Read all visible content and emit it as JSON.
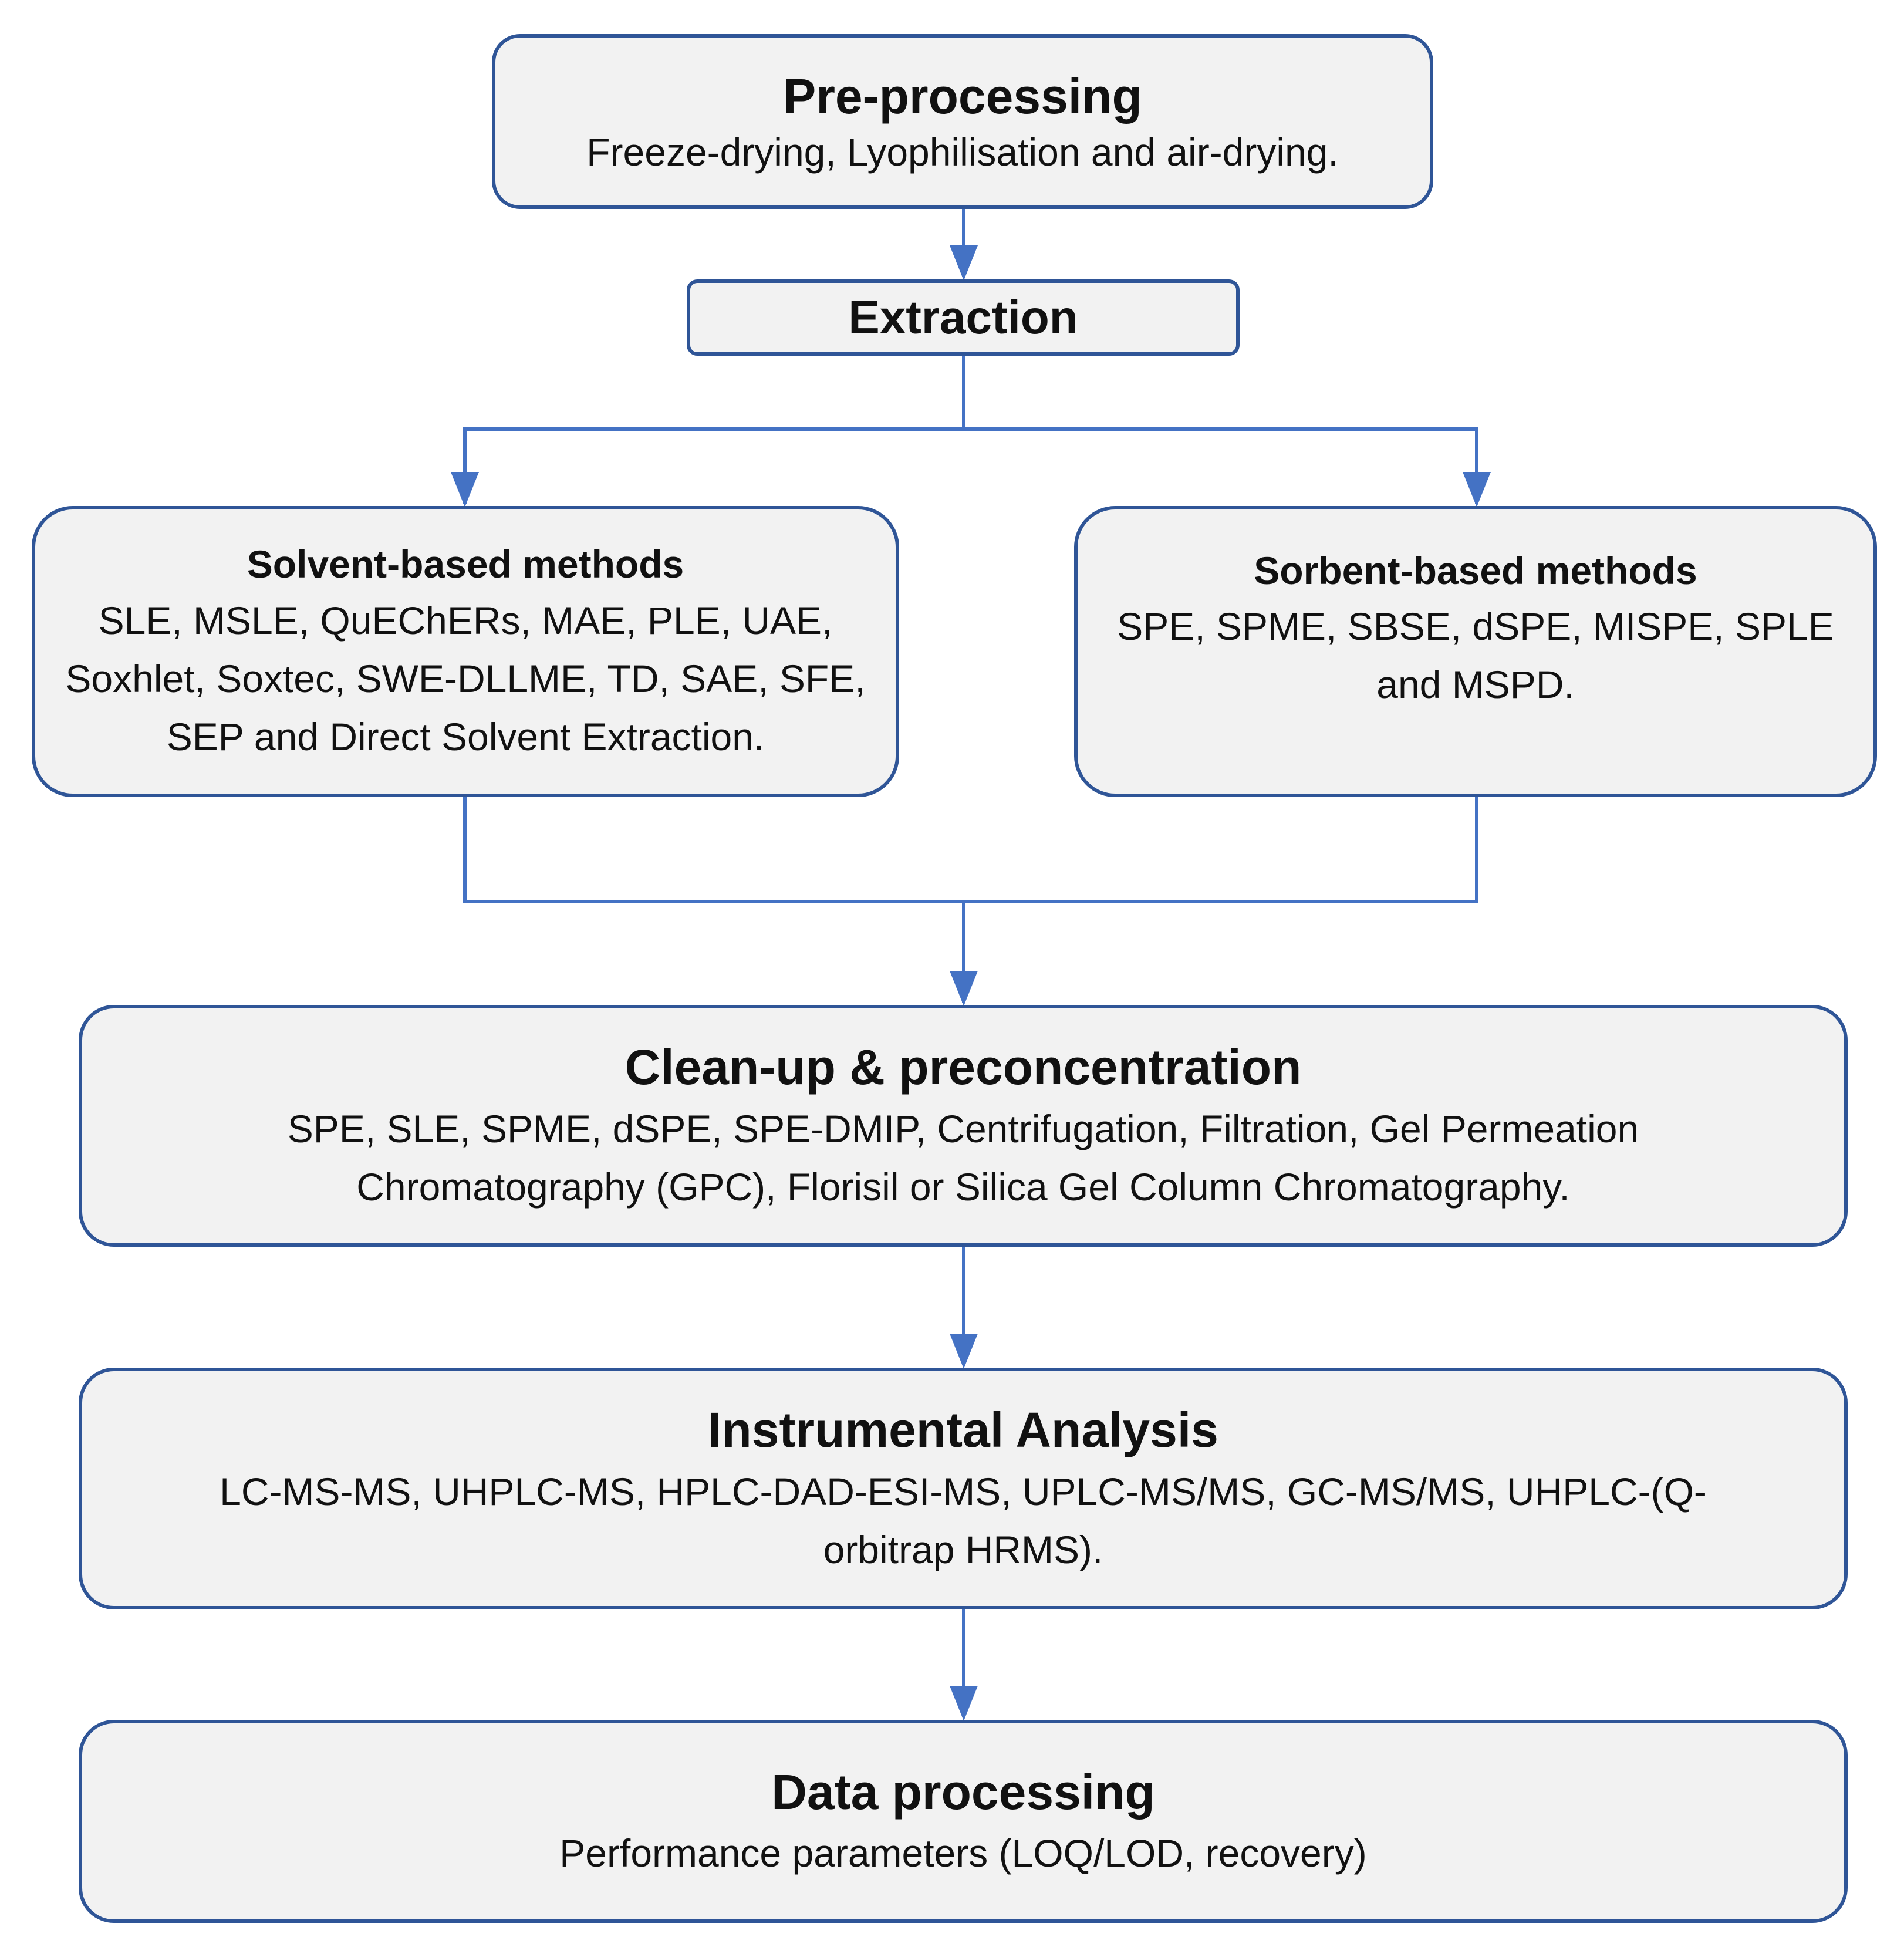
{
  "colors": {
    "border": "#2f5597",
    "connector": "#4472c4",
    "box_fill": "#f2f2f2",
    "text": "#111111"
  },
  "pre_processing": {
    "title": "Pre-processing",
    "body": "Freeze-drying, Lyophilisation and air-drying."
  },
  "extraction": {
    "title": "Extraction"
  },
  "solvent_based": {
    "title": "Solvent-based methods",
    "body": "SLE, MSLE, QuEChERs, MAE, PLE, UAE, Soxhlet, Soxtec, SWE-DLLME, TD, SAE, SFE, SEP and Direct Solvent Extraction."
  },
  "sorbent_based": {
    "title": "Sorbent-based methods",
    "body": "SPE, SPME, SBSE, dSPE, MISPE, SPLE and MSPD."
  },
  "cleanup": {
    "title": "Clean-up & preconcentration",
    "body": "SPE, SLE, SPME, dSPE, SPE-DMIP, Centrifugation, Filtration, Gel Permeation Chromatography (GPC), Florisil or Silica Gel Column Chromatography."
  },
  "instrumental": {
    "title": "Instrumental Analysis",
    "body": "LC-MS-MS, UHPLC-MS, HPLC-DAD-ESI-MS, UPLC-MS/MS, GC-MS/MS, UHPLC-(Q-orbitrap HRMS)."
  },
  "data_processing": {
    "title": "Data processing",
    "body": "Performance parameters (LOQ/LOD, recovery)"
  }
}
